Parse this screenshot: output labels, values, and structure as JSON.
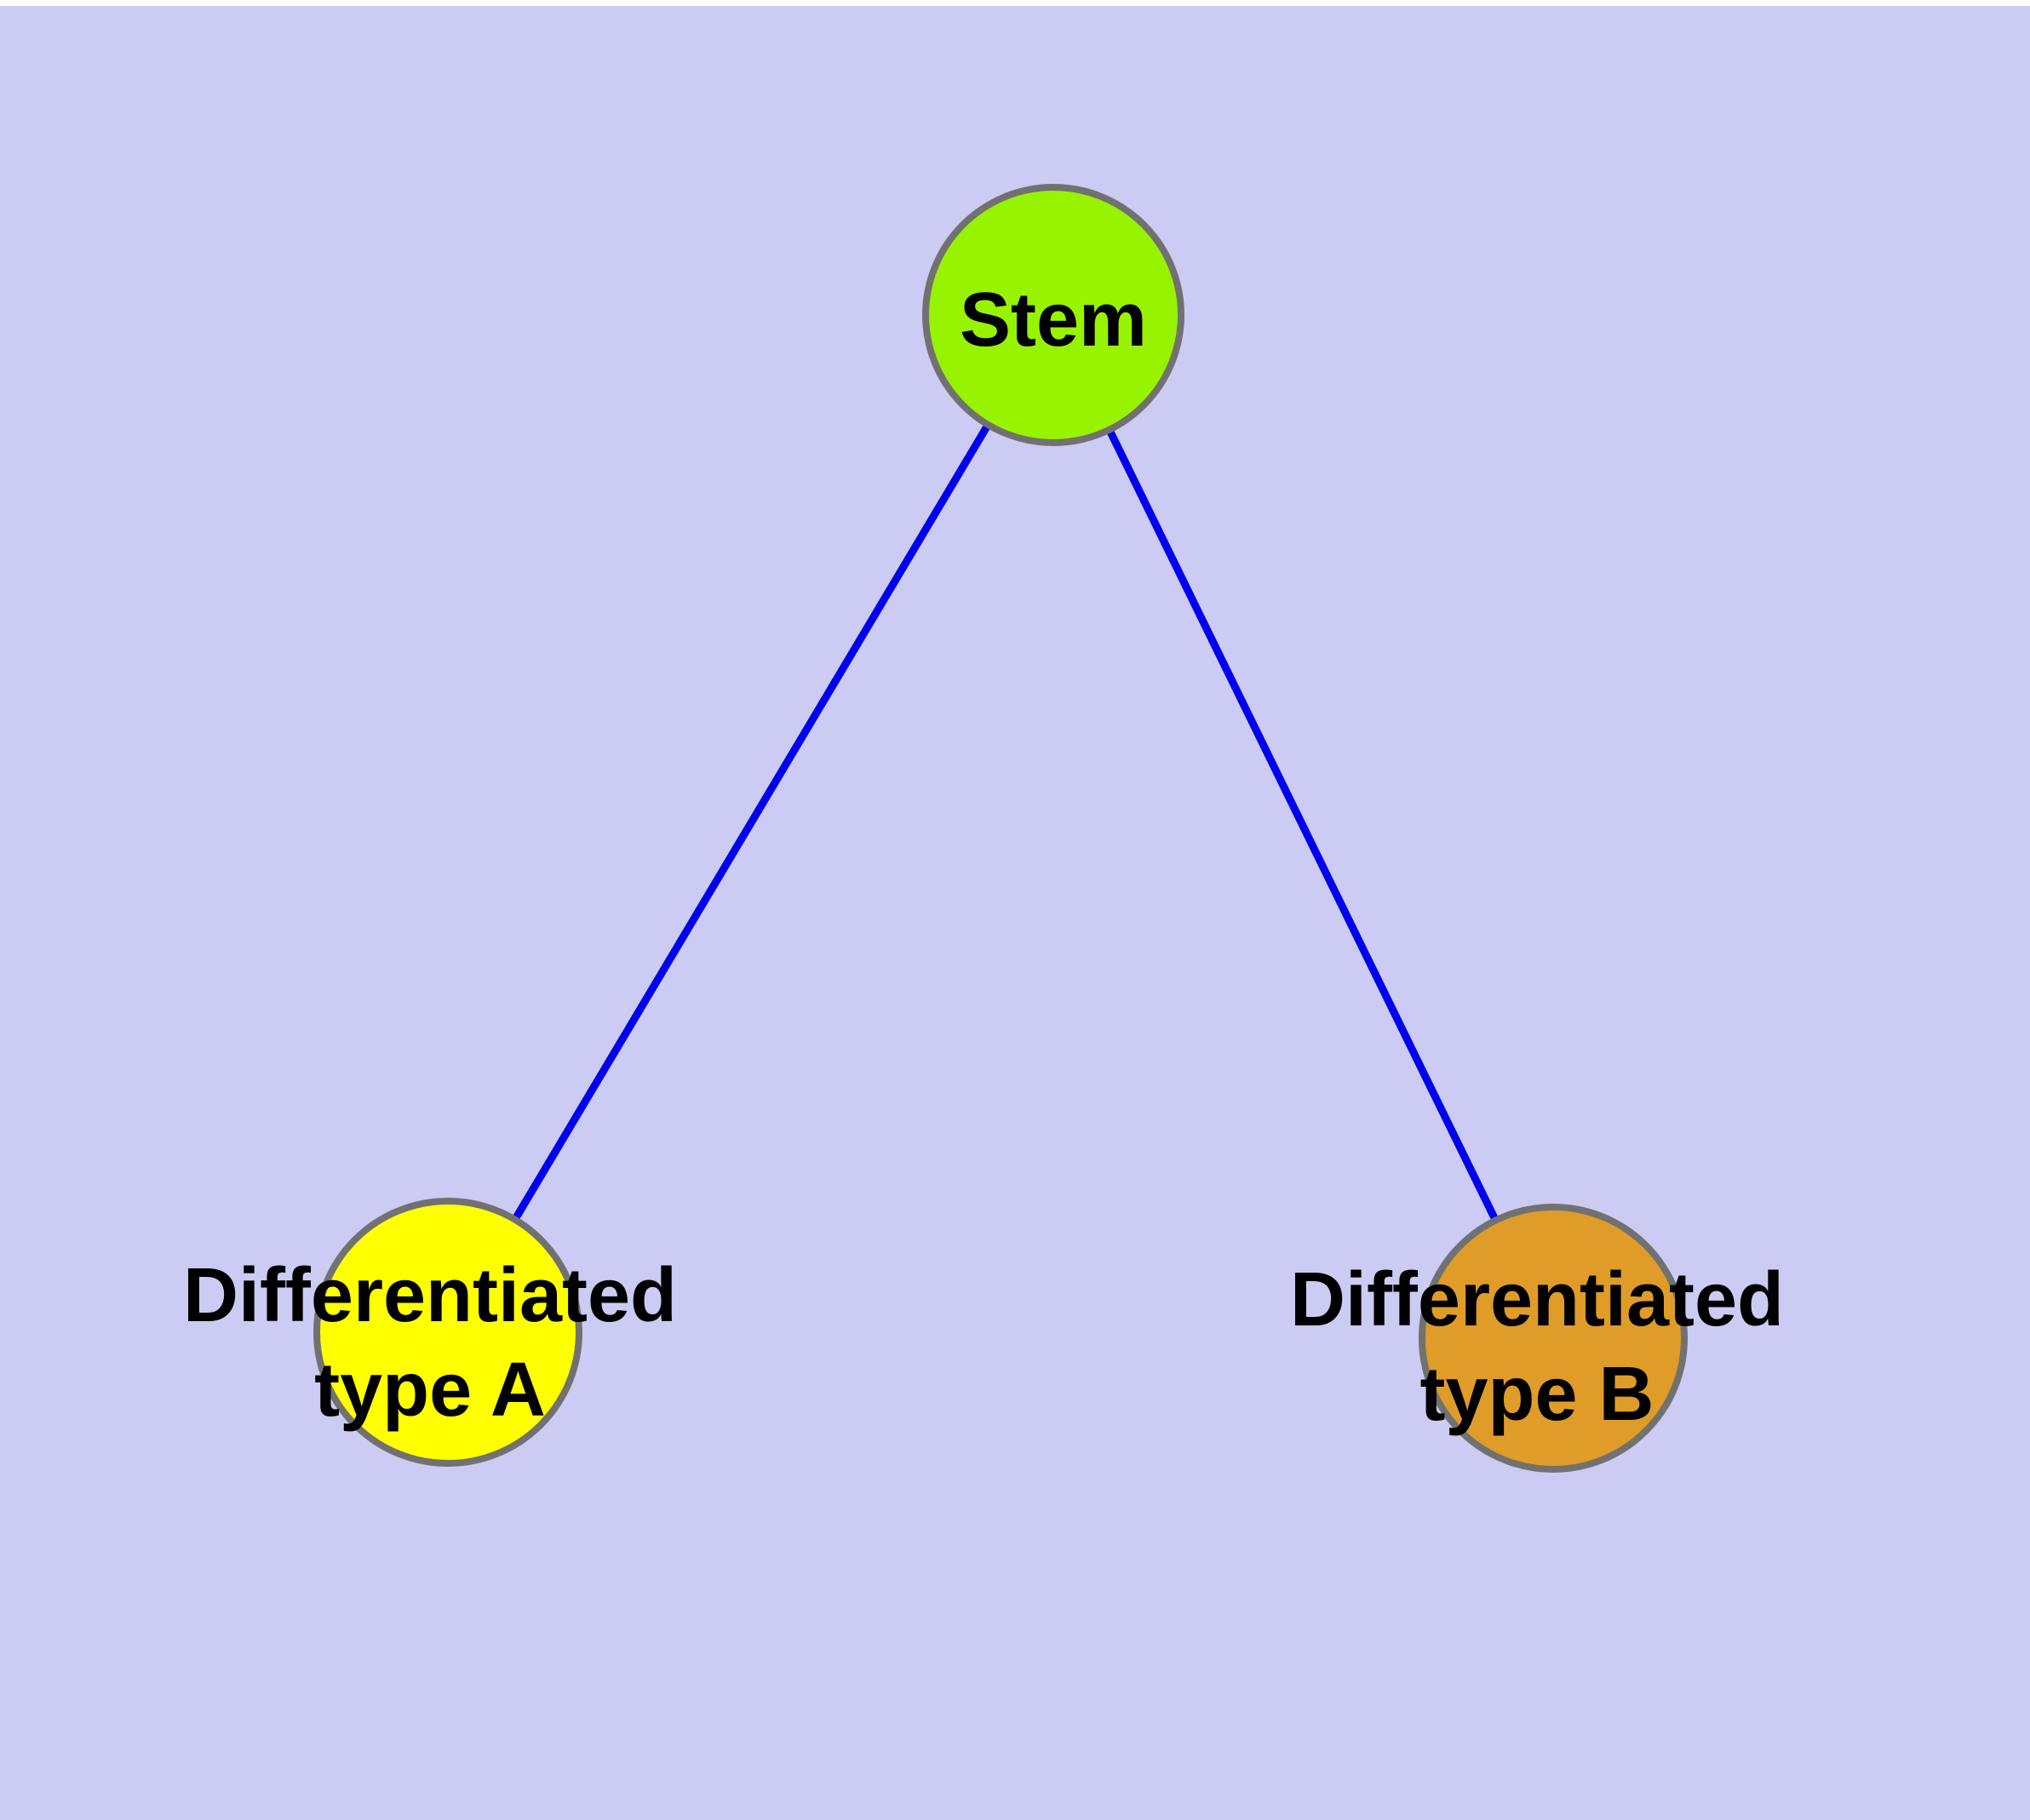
{
  "diagram": {
    "description": "Stem cell differentiation graph: a stem node connected to two differentiated cell type nodes",
    "colors": {
      "background": "#cbcbf3",
      "top_margin": "#ffffff",
      "edge": "#0000ee",
      "node_stroke": "#717171",
      "label_text": "#000000",
      "stem_fill": "#98f300",
      "type_a_fill": "#ffff00",
      "type_b_fill": "#e09c28"
    },
    "nodes": [
      {
        "id": "stem",
        "label": "Stem",
        "label_lines": {
          "line1": "Stem"
        },
        "fill": "#98f300"
      },
      {
        "id": "differentiated-type-a",
        "label": "Differentiated type A",
        "label_lines": {
          "line1": "Differentiated",
          "line2": "type A"
        },
        "fill": "#ffff00"
      },
      {
        "id": "differentiated-type-b",
        "label": "Differentiated type B",
        "label_lines": {
          "line1": "Differentiated",
          "line2": "type B"
        },
        "fill": "#e09c28"
      }
    ],
    "edges": [
      {
        "from": "stem",
        "to": "differentiated-type-a"
      },
      {
        "from": "stem",
        "to": "differentiated-type-b"
      }
    ]
  }
}
